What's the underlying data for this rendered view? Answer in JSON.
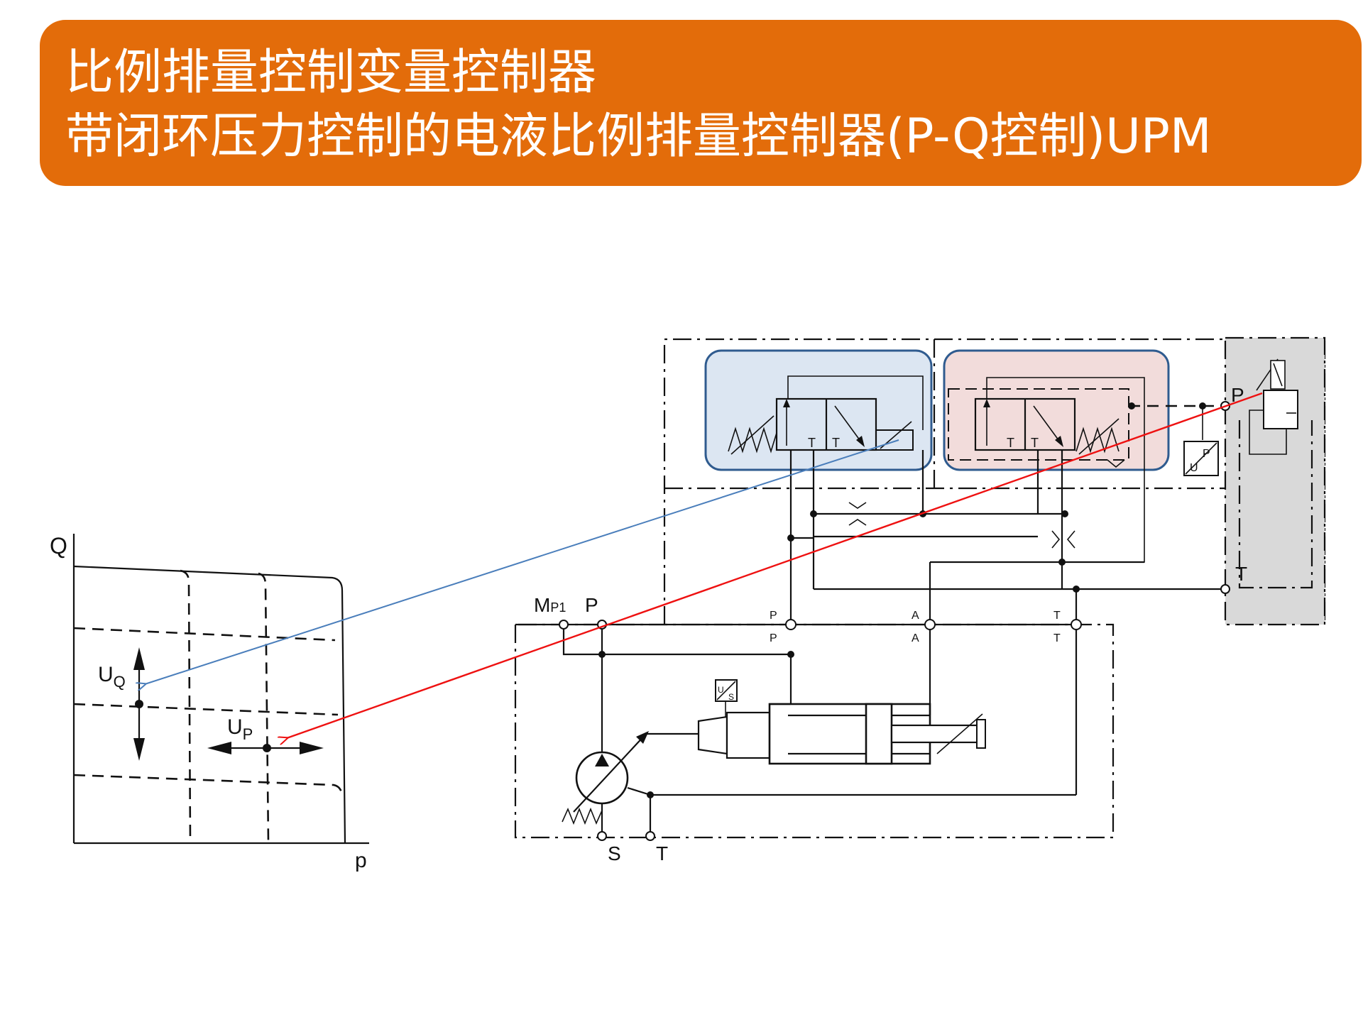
{
  "title": {
    "line1": "比例排量控制变量控制器",
    "line2": "带闭环压力控制的电液比例排量控制器(P-Q控制)UPM"
  },
  "colors": {
    "banner": "#e36c0a",
    "banner_text": "#ffffff",
    "flow_valve_fill": "#dce6f2",
    "pressure_valve_fill": "#f2dcdb",
    "valve_border": "#2f5b8f",
    "pilot_box_fill": "#d9d9d9",
    "arrow_flow": "#4a7ebb",
    "arrow_pressure": "#ee1111"
  },
  "graph": {
    "y_axis_label": "Q",
    "x_axis_label": "p",
    "uq_label_main": "U",
    "uq_label_sub": "Q",
    "up_label_main": "U",
    "up_label_sub": "P"
  },
  "schematic": {
    "ports": {
      "mp1_main": "M",
      "mp1_sub": "P1",
      "p_main": "P",
      "s": "S",
      "t": "T",
      "pilot_p": "P",
      "pilot_t": "T",
      "interface_p_top": "P",
      "interface_p_bottom": "P",
      "interface_a_top": "A",
      "interface_a_bottom": "A",
      "interface_t_top": "T",
      "interface_t_bottom": "T"
    },
    "valve_port_marks": {
      "t1": "T",
      "t2": "T",
      "t3": "T",
      "t4": "T"
    },
    "sensor_labels": {
      "pressure_sensor_top": "P",
      "pressure_sensor_bottom": "U",
      "position_sensor_top": "U",
      "position_sensor_bottom": "S"
    }
  }
}
